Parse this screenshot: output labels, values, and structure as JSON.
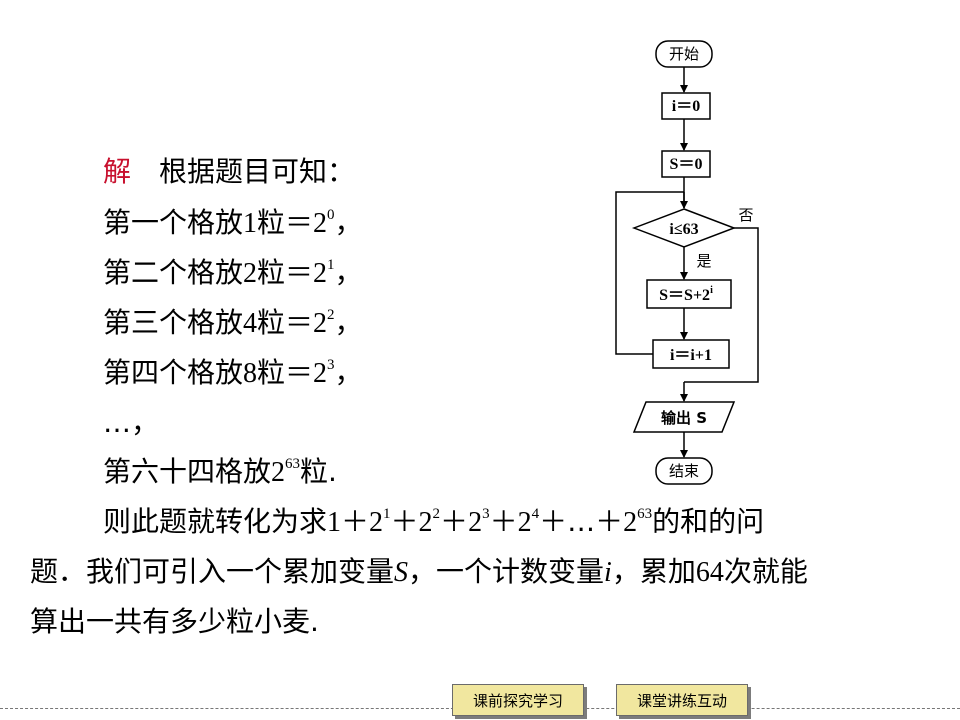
{
  "solution": {
    "label": "解",
    "intro": "根据题目可知：",
    "lines": [
      {
        "pre": "第一个格放",
        "num": "1",
        "mid": "粒＝",
        "base": "2",
        "exp": "0",
        "post": "，"
      },
      {
        "pre": "第二个格放",
        "num": "2",
        "mid": "粒＝",
        "base": "2",
        "exp": "1",
        "post": "，"
      },
      {
        "pre": "第三个格放",
        "num": "4",
        "mid": "粒＝",
        "base": "2",
        "exp": "2",
        "post": "，"
      },
      {
        "pre": "第四个格放",
        "num": "8",
        "mid": "粒＝",
        "base": "2",
        "exp": "3",
        "post": "，"
      }
    ],
    "ellipsis": "…，",
    "last": {
      "pre": "第六十四格放",
      "base": "2",
      "exp": "63",
      "post": "粒."
    }
  },
  "conclusion": {
    "line1_pre": "则此题就转化为求",
    "sum": {
      "t1": "1",
      "plus": "＋",
      "terms": [
        {
          "base": "2",
          "exp": "1"
        },
        {
          "base": "2",
          "exp": "2"
        },
        {
          "base": "2",
          "exp": "3"
        },
        {
          "base": "2",
          "exp": "4"
        }
      ],
      "dots": "…",
      "last": {
        "base": "2",
        "exp": "63"
      }
    },
    "line1_post": "的和的问",
    "line2_a": "题．我们可引入一个累加变量",
    "var_s": "S",
    "line2_b": "，一个计数变量",
    "var_i": "i",
    "line2_c": "，累加",
    "count": "64",
    "line2_d": "次就能",
    "line3": "算出一共有多少粒小麦."
  },
  "flowchart": {
    "start": "开始",
    "init_i": "i＝0",
    "init_s": "S＝0",
    "cond": "i≤63",
    "no": "否",
    "yes": "是",
    "update_s_base": "S＝S+2",
    "update_s_exp": "i",
    "update_i": "i＝i+1",
    "output": "输出 S",
    "end": "结束"
  },
  "nav": {
    "btn1": "课前探究学习",
    "btn2": "课堂讲练互动"
  }
}
